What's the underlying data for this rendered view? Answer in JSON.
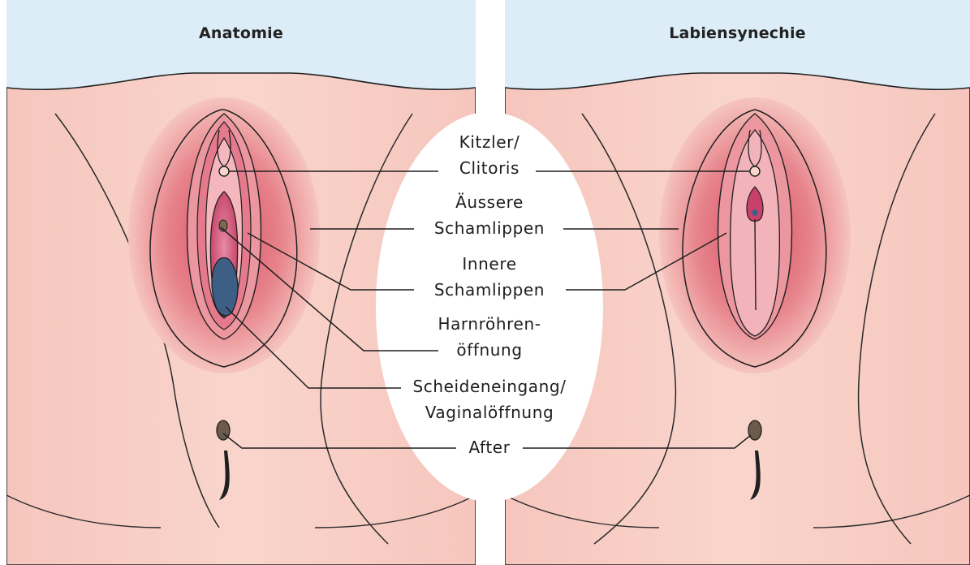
{
  "panels": {
    "left": {
      "title": "Anatomie"
    },
    "right": {
      "title": "Labiensynechie"
    }
  },
  "labels": {
    "clitoris_line1": "Kitzler/",
    "clitoris_line2": "Clitoris",
    "outer_labia_line1": "Äussere",
    "outer_labia_line2": "Schamlippen",
    "inner_labia_line1": "Innere",
    "inner_labia_line2": "Schamlippen",
    "urethra_line1": "Harnröhren-",
    "urethra_line2": "öffnung",
    "vagina_line1": "Scheideneingang/",
    "vagina_line2": "Vaginalöffnung",
    "anus": "After"
  },
  "colors": {
    "sky": "#dcedf8",
    "skin": "#f9d5cc",
    "skin_dark": "#efa8a0",
    "labia_outer": "#e27c82",
    "labia_inner": "#d9556a",
    "vestibule": "#c9406a",
    "vagina": "#3d5f86",
    "fused": "#f3b3ba",
    "outline": "#1f1f1f"
  }
}
